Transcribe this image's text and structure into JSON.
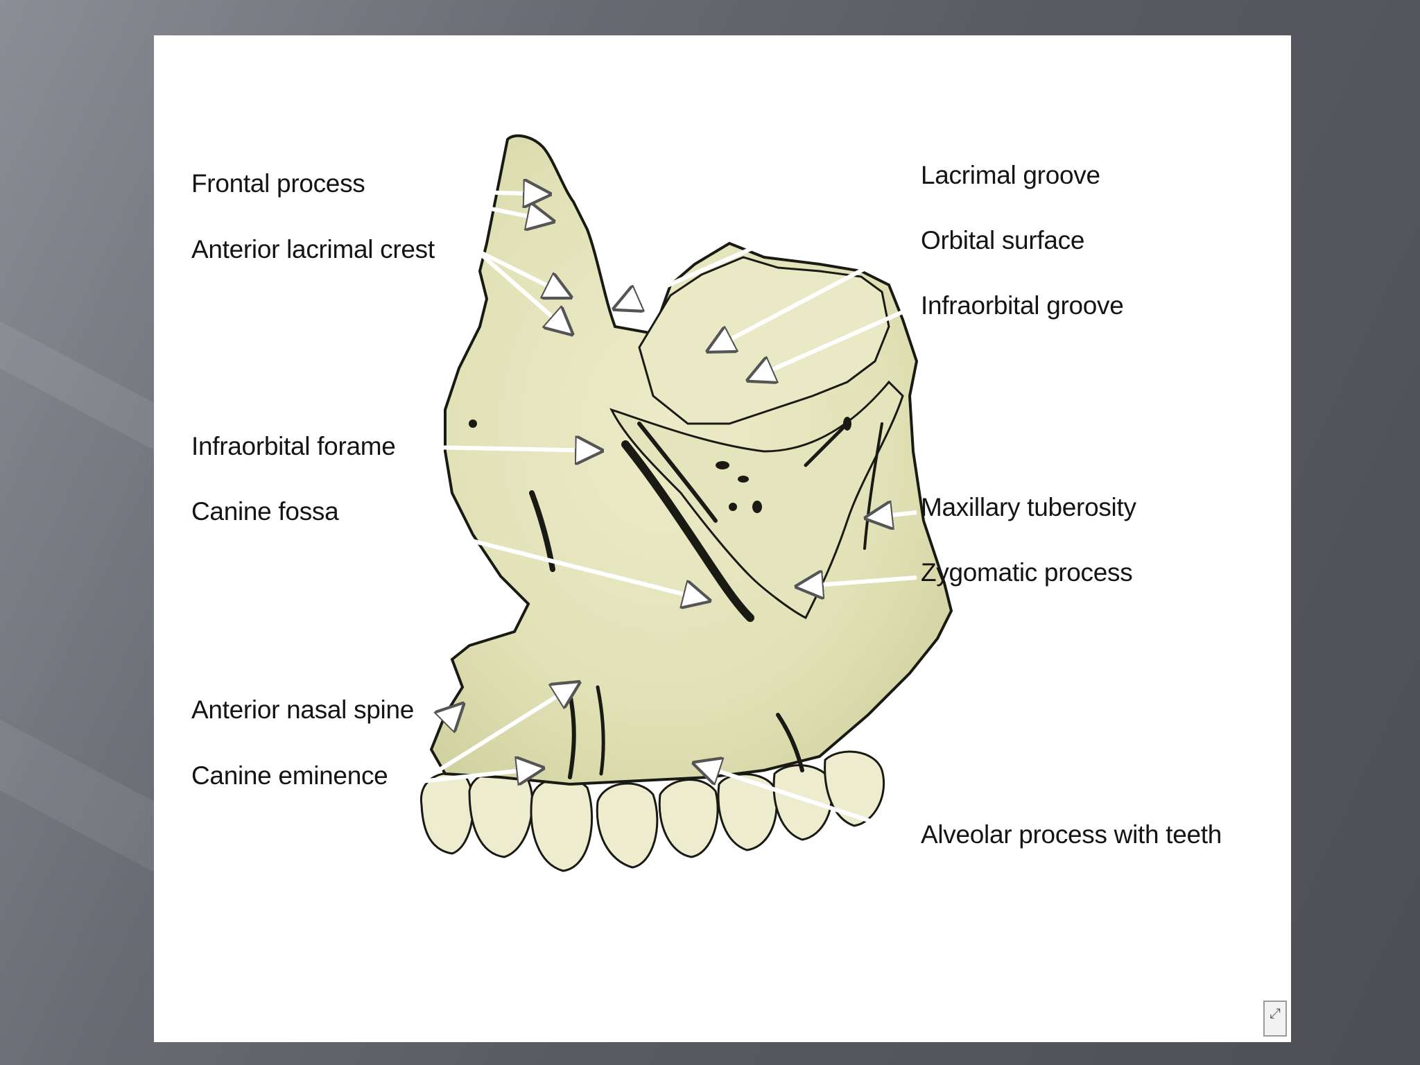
{
  "diagram": {
    "labels_left": [
      {
        "id": "frontal-process",
        "text": "Frontal process"
      },
      {
        "id": "anterior-lacrimal-crest",
        "text": "Anterior lacrimal crest"
      },
      {
        "id": "infraorbital-foramen",
        "text": "Infraorbital forame"
      },
      {
        "id": "canine-fossa",
        "text": "Canine fossa"
      },
      {
        "id": "anterior-nasal-spine",
        "text": "Anterior nasal spine"
      },
      {
        "id": "canine-eminence",
        "text": "Canine eminence"
      }
    ],
    "labels_right": [
      {
        "id": "lacrimal-groove",
        "text": "Lacrimal groove"
      },
      {
        "id": "orbital-surface",
        "text": "Orbital surface"
      },
      {
        "id": "infraorbital-groove",
        "text": "Infraorbital groove"
      },
      {
        "id": "maxillary-tuberosity",
        "text": "Maxillary tuberosity"
      },
      {
        "id": "zygomatic-process",
        "text": "Zygomatic process"
      },
      {
        "id": "alveolar-process",
        "text": "Alveolar process with teeth"
      }
    ],
    "colors": {
      "bone_fill": "#e6e6c0",
      "bone_shade": "#c9ca98",
      "outline": "#1a1a14",
      "arrow": "#ffffff"
    }
  },
  "corner_icon": "expand-icon"
}
